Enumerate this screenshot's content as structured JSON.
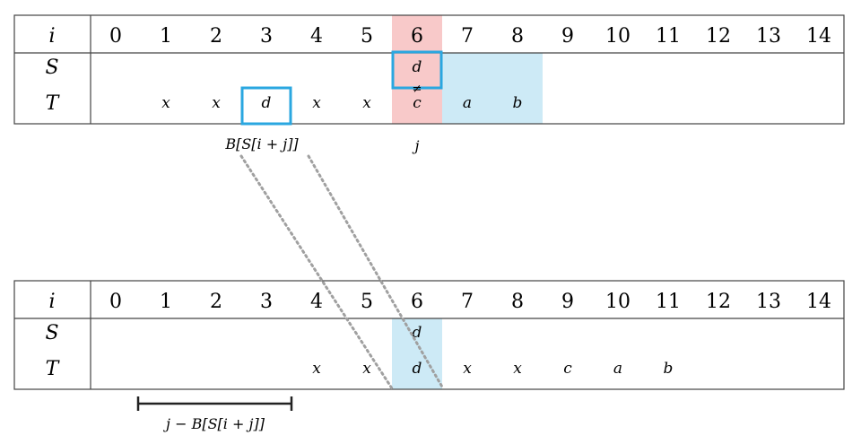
{
  "indices": [
    "0",
    "1",
    "2",
    "3",
    "4",
    "5",
    "6",
    "7",
    "8",
    "9",
    "10",
    "11",
    "12",
    "13",
    "14"
  ],
  "row_labels": {
    "i": "i",
    "s": "S",
    "t": "T"
  },
  "colors": {
    "mismatch": "#f8c9c9",
    "match": "#cdeaf6",
    "box": "#2aa7e0",
    "line": "#444444",
    "dots": "#a0a0a0"
  },
  "top": {
    "S": [
      {
        "col": 6,
        "text": "d"
      }
    ],
    "T": [
      {
        "col": 1,
        "text": "x"
      },
      {
        "col": 2,
        "text": "x"
      },
      {
        "col": 3,
        "text": "d"
      },
      {
        "col": 4,
        "text": "x"
      },
      {
        "col": 5,
        "text": "x"
      },
      {
        "col": 6,
        "text": "c"
      },
      {
        "col": 7,
        "text": "a"
      },
      {
        "col": 8,
        "text": "b"
      }
    ],
    "neq_symbol": "≠",
    "ann_b": "B[S[i + j]]",
    "ann_j": "j"
  },
  "bottom": {
    "S": [
      {
        "col": 6,
        "text": "d"
      }
    ],
    "T": [
      {
        "col": 4,
        "text": "x"
      },
      {
        "col": 5,
        "text": "x"
      },
      {
        "col": 6,
        "text": "d"
      },
      {
        "col": 7,
        "text": "x"
      },
      {
        "col": 8,
        "text": "x"
      },
      {
        "col": 9,
        "text": "c"
      },
      {
        "col": 10,
        "text": "a"
      },
      {
        "col": 11,
        "text": "b"
      }
    ],
    "shift_label": "j − B[S[i + j]]"
  }
}
